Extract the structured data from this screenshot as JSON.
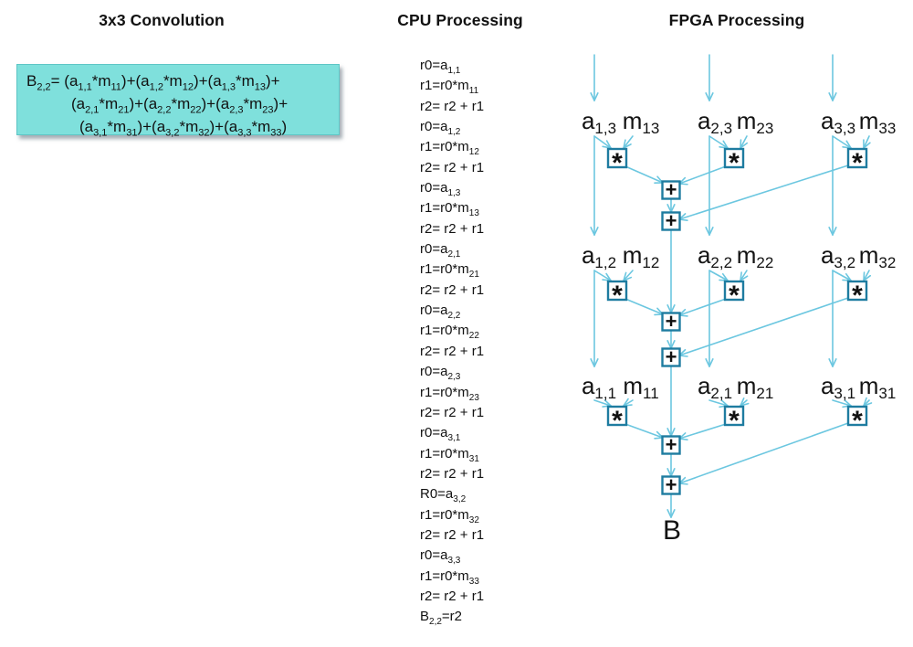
{
  "convolution": {
    "title": "3x3 Convolution",
    "formula_lines": [
      "B_{2,2}= (a_{1,1}*m_{11})+(a_{1,2}*m_{12})+(a_{1,3}*m_{13})+",
      "(a_{2,1}*m_{21})+(a_{2,2}*m_{22})+(a_{2,3}*m_{23})+",
      "(a_{3,1}*m_{31})+(a_{3,2}*m_{32})+(a_{3,3}*m_{33})"
    ],
    "box_fill_color": "#7fe0dc"
  },
  "cpu": {
    "title": "CPU Processing",
    "instructions": [
      "r0=a_{1,1}",
      "r1=r0*m_{11}",
      "r2= r2 + r1",
      "r0=a_{1,2}",
      "r1=r0*m_{12}",
      "r2= r2 + r1",
      "r0=a_{1,3}",
      "r1=r0*m_{13}",
      "r2= r2 + r1",
      "r0=a_{2,1}",
      "r1=r0*m_{21}",
      "r2= r2 + r1",
      "r0=a_{2,2}",
      "r1=r0*m_{22}",
      "r2= r2 + r1",
      "r0=a_{2,3}",
      "r1=r0*m_{23}",
      "r2= r2 + r1",
      "r0=a_{3,1}",
      "r1=r0*m_{31}",
      "r2= r2 + r1",
      "R0=a_{3,2}",
      "r1=r0*m_{32}",
      "r2= r2 + r1",
      "r0=a_{3,3}",
      "r1=r0*m_{33}",
      "r2= r2 + r1",
      "B_{2,2}=r2"
    ]
  },
  "fpga": {
    "title": "FPGA Processing",
    "stage_rows": [
      {
        "pairs": [
          [
            "a_{1,3}",
            "m_{13}"
          ],
          [
            "a_{2,3}",
            "m_{23}"
          ],
          [
            "a_{3,3}",
            "m_{33}"
          ]
        ]
      },
      {
        "pairs": [
          [
            "a_{1,2}",
            "m_{12}"
          ],
          [
            "a_{2,2}",
            "m_{22}"
          ],
          [
            "a_{3,2}",
            "m_{32}"
          ]
        ]
      },
      {
        "pairs": [
          [
            "a_{1,1}",
            "m_{11}"
          ],
          [
            "a_{2,1}",
            "m_{21}"
          ],
          [
            "a_{3,1}",
            "m_{31}"
          ]
        ]
      }
    ],
    "multiply_symbol": "*",
    "add_symbol": "+",
    "output_label": "B",
    "line_color": "#6cc7e0",
    "box_border_color": "#1e7ca0"
  }
}
